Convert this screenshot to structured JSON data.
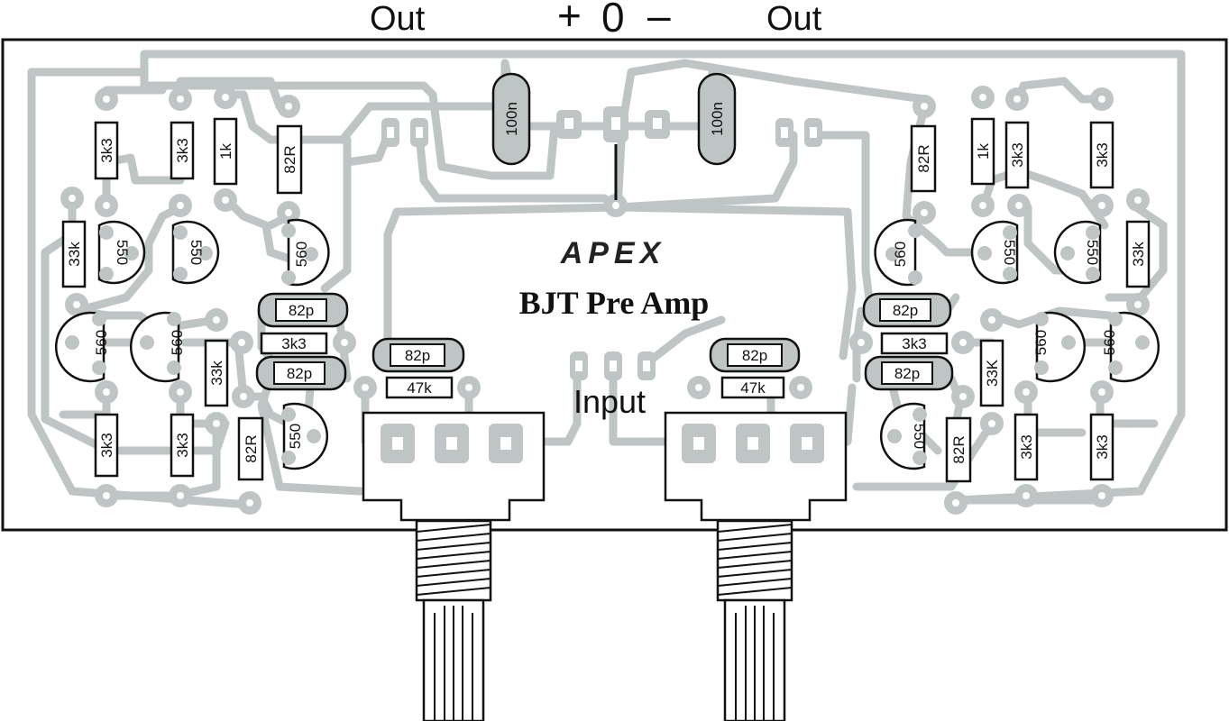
{
  "header": {
    "out_left": "Out",
    "out_right": "Out",
    "plus": "+",
    "zero": "0",
    "minus": "–"
  },
  "board": {
    "logo": "APEX",
    "title": "BJT Pre Amp",
    "input_label": "Input"
  },
  "components": {
    "resistors": [
      "3k3",
      "3k3",
      "1k",
      "82R",
      "33k",
      "33k",
      "3k3",
      "3k3",
      "82R",
      "3k3",
      "47k",
      "47k",
      "3k3",
      "82R",
      "1k",
      "3k3",
      "3k3",
      "33k",
      "33K",
      "3k3",
      "3k3",
      "82R"
    ],
    "capacitors": [
      "100n",
      "100n",
      "82p",
      "82p",
      "82p",
      "82p",
      "82p",
      "82p"
    ],
    "transistors": [
      "550",
      "550",
      "560",
      "560",
      "560",
      "550",
      "560",
      "550",
      "550",
      "560",
      "560",
      "550"
    ]
  },
  "colors": {
    "copper": "#bfc5c5",
    "outline": "#111111",
    "background": "#ffffff"
  }
}
